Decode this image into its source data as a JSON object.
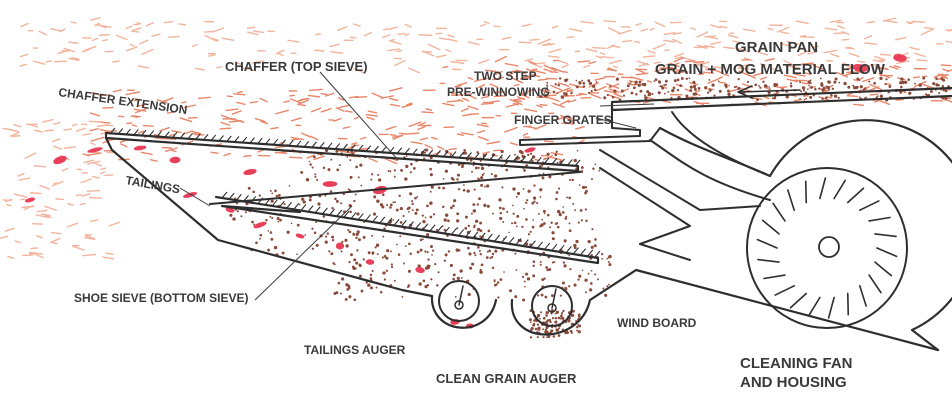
{
  "labels": {
    "grain_pan": "GRAIN PAN",
    "grain_mog_flow": "GRAIN  +  MOG MATERIAL  FLOW",
    "chaffer_top_sieve": "CHAFFER (TOP SIEVE)",
    "two_step": "TWO STEP",
    "pre_winnowing": "PRE-WINNOWING",
    "chaffer_extension": "CHAFFER EXTENSION",
    "finger_grates": "FINGER GRATES",
    "tailings": "TAILINGS",
    "shoe_sieve": "SHOE SIEVE  (BOTTOM SIEVE)",
    "tailings_auger": "TAILINGS AUGER",
    "wind_board": "WIND BOARD",
    "clean_grain_auger": "CLEAN GRAIN AUGER",
    "cleaning_fan": "CLEANING FAN",
    "and_housing": "AND HOUSING"
  },
  "colors": {
    "chaff": "#e8866a",
    "chaff_light": "#f2b49c",
    "mog_clump": "#e8405a",
    "grain": "#8a4a3a",
    "ink": "#2e2e2e"
  }
}
